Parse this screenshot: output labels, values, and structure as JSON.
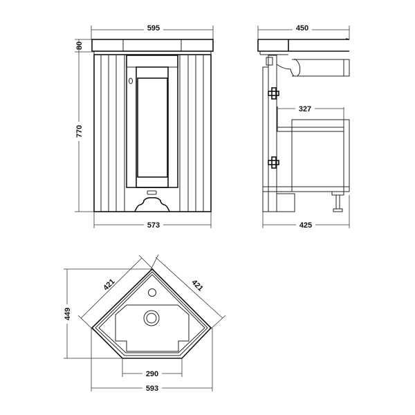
{
  "front_view": {
    "width_top": "595",
    "top_height": "80",
    "body_height": "770",
    "width_bottom": "573"
  },
  "side_view": {
    "depth_top": "450",
    "shelf_depth": "327",
    "depth_bottom": "425"
  },
  "plan_view": {
    "side_left": "421",
    "side_right": "421",
    "depth": "449",
    "front_width": "290",
    "overall_width": "593"
  }
}
